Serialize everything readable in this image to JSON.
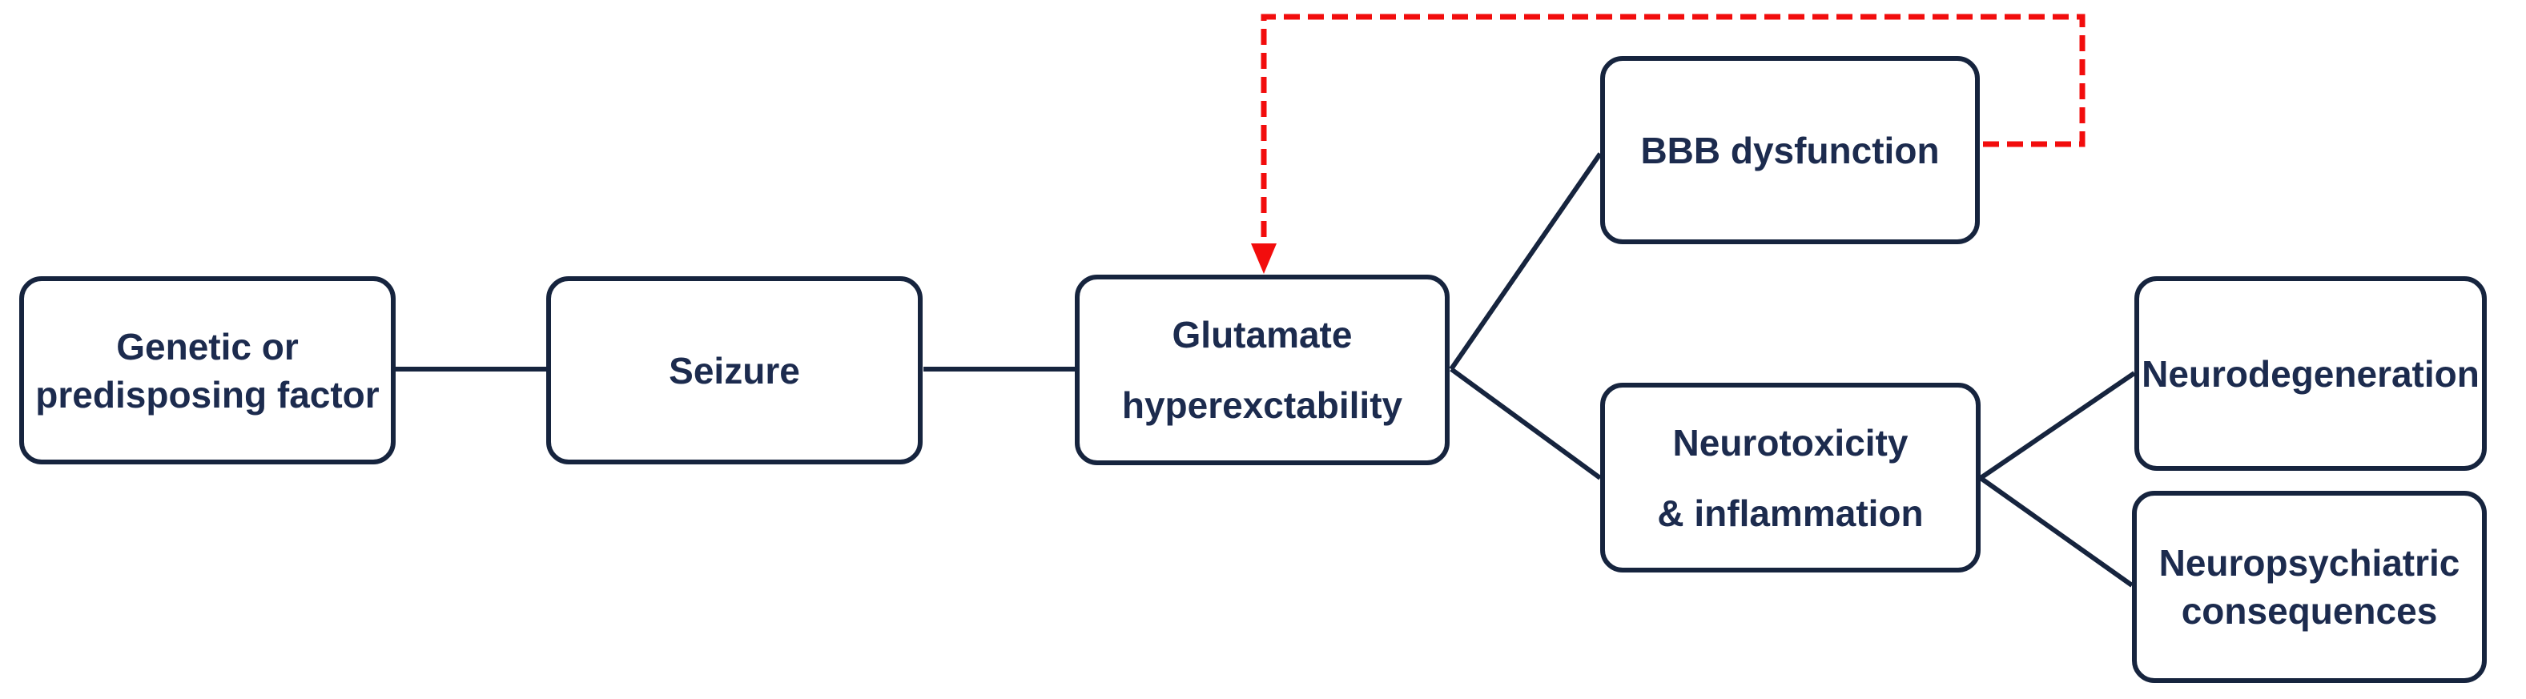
{
  "diagram_type": "flowchart",
  "background": "#ffffff",
  "colors": {
    "node_border": "#16243e",
    "node_text": "#1c2b4e",
    "connector": "#16243e",
    "feedback_arrow": "#f20d0d"
  },
  "nodes": {
    "genetic": {
      "label": "Genetic or\npredisposing factor"
    },
    "seizure": {
      "label": "Seizure"
    },
    "glutamate": {
      "label": "Glutamate\nhyperexctability"
    },
    "bbb": {
      "label": "BBB dysfunction"
    },
    "neurotoxicity": {
      "label": "Neurotoxicity\n& inflammation"
    },
    "neurodegeneration": {
      "label": "Neurodegeneration"
    },
    "neuropsychiatric": {
      "label": "Neuropsychiatric\nconsequences"
    }
  },
  "edges": [
    {
      "from": "genetic",
      "to": "seizure",
      "style": "solid-line"
    },
    {
      "from": "seizure",
      "to": "glutamate",
      "style": "solid-line"
    },
    {
      "from": "glutamate",
      "to": "bbb",
      "style": "solid-line"
    },
    {
      "from": "glutamate",
      "to": "neurotoxicity",
      "style": "solid-line"
    },
    {
      "from": "neurotoxicity",
      "to": "neurodegeneration",
      "style": "solid-line"
    },
    {
      "from": "neurotoxicity",
      "to": "neuropsychiatric",
      "style": "solid-line"
    },
    {
      "from": "bbb",
      "to": "glutamate",
      "style": "red-dashed-arrow"
    }
  ]
}
